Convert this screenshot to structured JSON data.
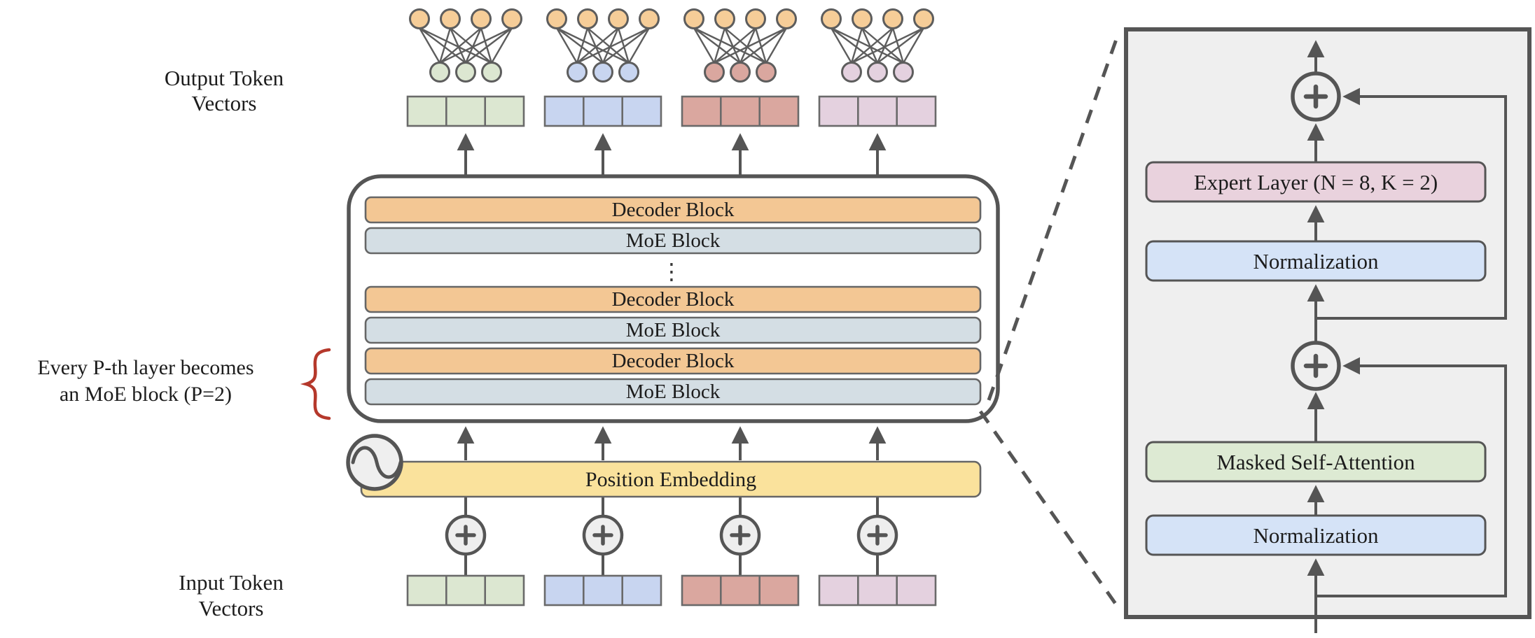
{
  "left": {
    "output_label": {
      "line1": "Output Token",
      "line2": "Vectors"
    },
    "input_label": {
      "line1": "Input Token",
      "line2": "Vectors"
    },
    "stack": {
      "blocks": [
        {
          "label": "Decoder Block"
        },
        {
          "label": "MoE Block"
        },
        {
          "label": "Decoder Block"
        },
        {
          "label": "MoE Block"
        },
        {
          "label": "Decoder Block"
        },
        {
          "label": "MoE Block"
        }
      ],
      "ellipsis": "⋮"
    },
    "position_embedding_label": "Position Embedding",
    "annotation": {
      "line1": "Every P-th layer becomes",
      "line2": "an MoE block (P=2)"
    }
  },
  "right_panel": {
    "expert_label": "Expert Layer (N = 8, K = 2)",
    "normalization_top_label": "Normalization",
    "attention_label": "Masked Self-Attention",
    "normalization_bottom_label": "Normalization"
  },
  "colors": {
    "decoder_block": "#f3c794",
    "moe_block": "#d4dee4",
    "position_embedding": "#fae29c",
    "expert_layer": "#e9d2dd",
    "normalization": "#d5e3f7",
    "masked_self_attention": "#ddead3",
    "node_top": "#f6cd98",
    "tokens": [
      "#dce7d1",
      "#c8d5f0",
      "#daa79f",
      "#e4d1df"
    ],
    "annotation": "#b5382b",
    "panel_background": "#efefef"
  }
}
